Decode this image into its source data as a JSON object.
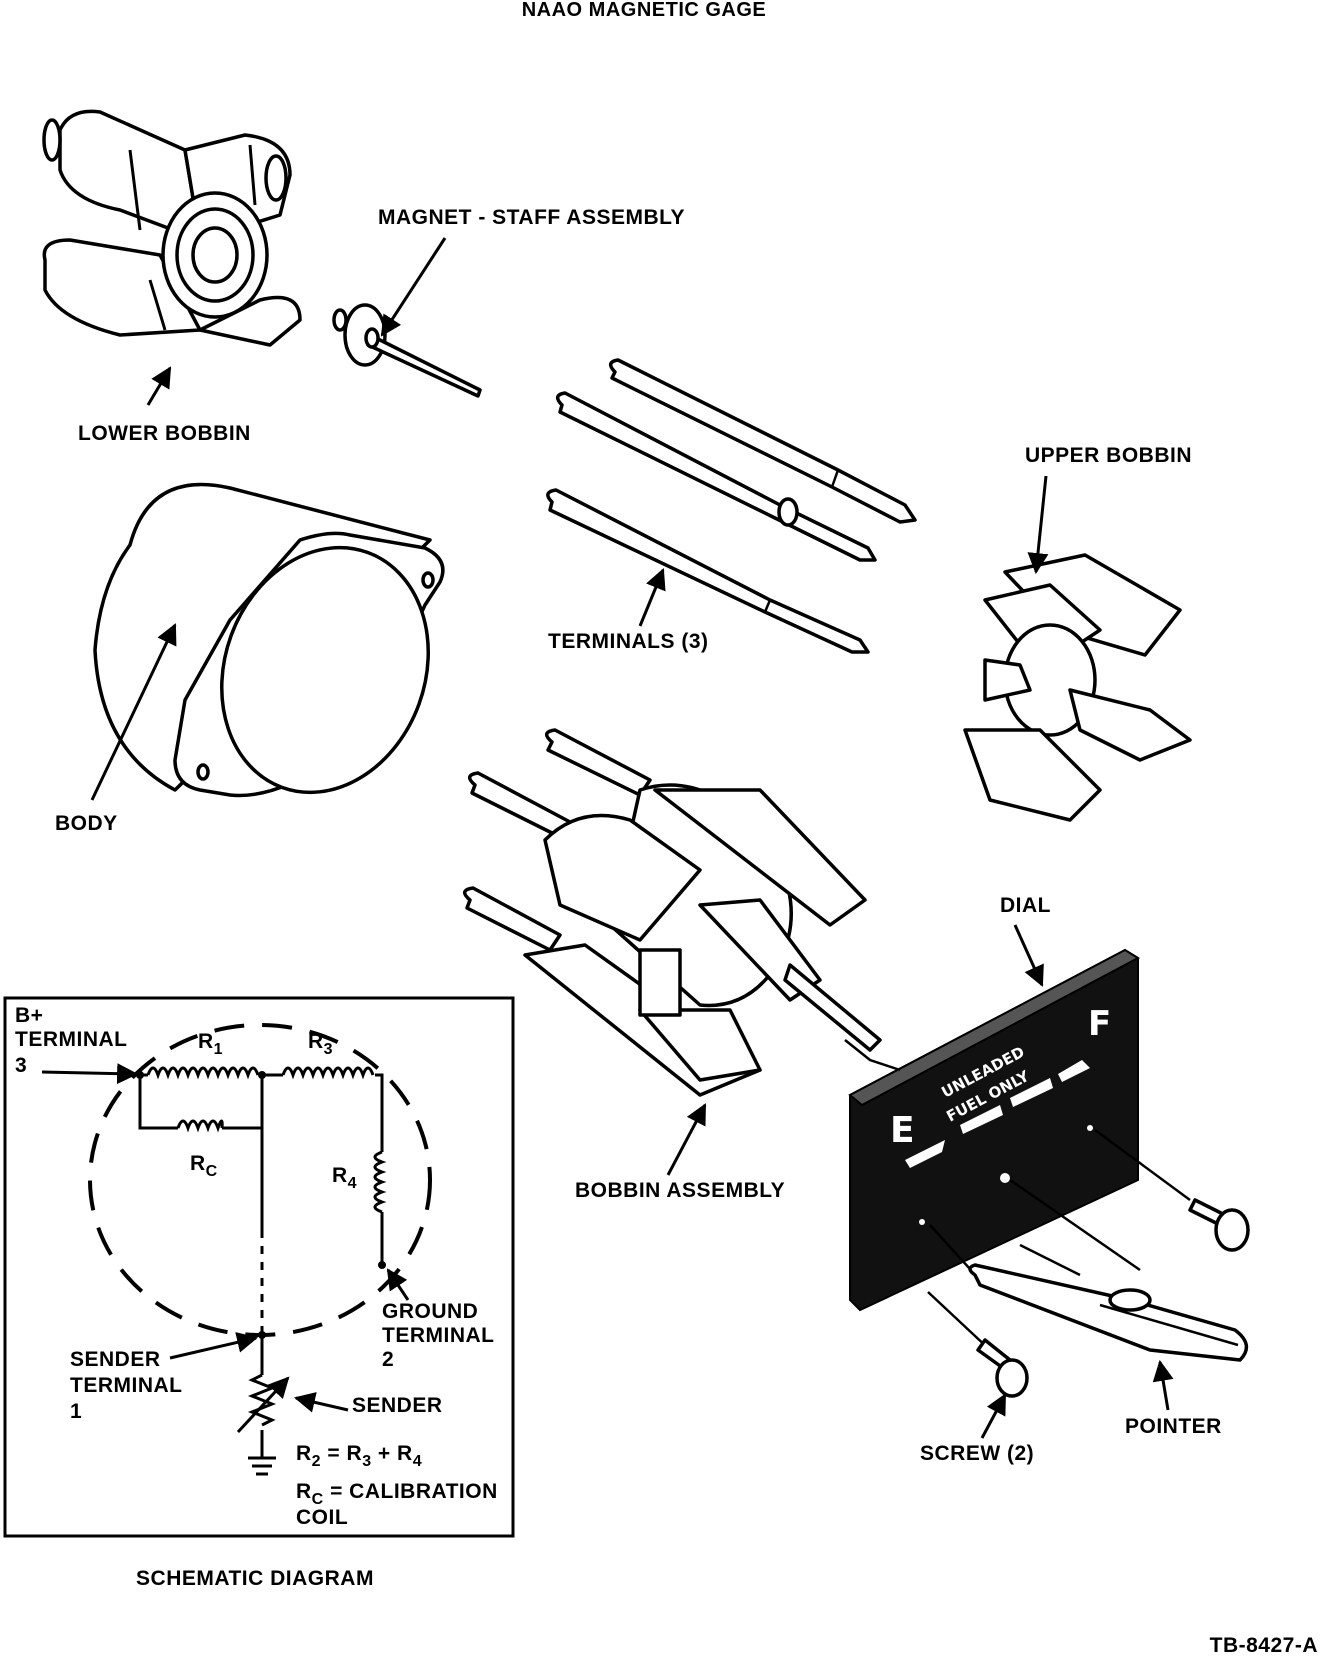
{
  "title": "NAAO MAGNETIC GAGE",
  "figure_id": "TB-8427-A",
  "labels": {
    "magnet_staff_assembly": "MAGNET - STAFF ASSEMBLY",
    "lower_bobbin": "LOWER BOBBIN",
    "upper_bobbin": "UPPER BOBBIN",
    "terminals": "TERMINALS (3)",
    "body": "BODY",
    "dial": "DIAL",
    "bobbin_assembly": "BOBBIN ASSEMBLY",
    "pointer": "POINTER",
    "screw": "SCREW (2)"
  },
  "dial_face": {
    "empty": "E",
    "full": "F",
    "line1": "UNLEADED",
    "line2": "FUEL ONLY"
  },
  "schematic": {
    "caption": "SCHEMATIC DIAGRAM",
    "b_plus_1": "B+",
    "b_plus_2": "TERMINAL",
    "b_plus_3": "3",
    "r1": "R",
    "r1_sub": "1",
    "r3": "R",
    "r3_sub": "3",
    "rc": "R",
    "rc_sub": "C",
    "r4": "R",
    "r4_sub": "4",
    "ground_1": "GROUND",
    "ground_2": "TERMINAL",
    "ground_3": "2",
    "sender_term_1": "SENDER",
    "sender_term_2": "TERMINAL",
    "sender_term_3": "1",
    "sender": "SENDER",
    "eq1_a": "R",
    "eq1_a_sub": "2",
    "eq1_b": " = R",
    "eq1_b_sub": "3",
    "eq1_c": " + R",
    "eq1_c_sub": "4",
    "eq2_a": "R",
    "eq2_a_sub": "C",
    "eq2_b": " = CALIBRATION",
    "eq2_c": "COIL"
  }
}
